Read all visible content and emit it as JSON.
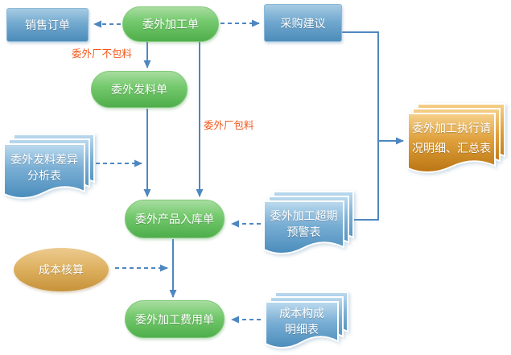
{
  "diagram_type": "flowchart",
  "nodes": {
    "sales_order": {
      "label": "销售订单",
      "shape": "rect",
      "color": "blue"
    },
    "outsourcing_order": {
      "label": "委外加工单",
      "shape": "rounded",
      "color": "green"
    },
    "purchase_suggestion": {
      "label": "采购建议",
      "shape": "rect",
      "color": "blue"
    },
    "material_issue_order": {
      "label": "委外发料单",
      "shape": "rounded",
      "color": "green"
    },
    "issue_diff_report": {
      "line1": "委外发料差异",
      "line2": "分析表",
      "shape": "document-stack",
      "color": "blue"
    },
    "product_inbound_order": {
      "label": "委外产品入库单",
      "shape": "rounded",
      "color": "green"
    },
    "overdue_warning_report": {
      "line1": "委外加工超期",
      "line2": "预警表",
      "shape": "document-stack",
      "color": "blue"
    },
    "execution_report": {
      "line1": "委外加工执行请",
      "line2": "况明细、汇总表",
      "shape": "document-stack",
      "color": "orange"
    },
    "cost_accounting": {
      "label": "成本核算",
      "shape": "ellipse",
      "color": "gold"
    },
    "processing_fee_order": {
      "label": "委外加工费用单",
      "shape": "rounded",
      "color": "green"
    },
    "cost_detail_report": {
      "line1": "成本构成",
      "line2": "明细表",
      "shape": "document-stack",
      "color": "blue"
    }
  },
  "edge_labels": {
    "factory_no_material": "委外厂不包料",
    "factory_with_material": "委外厂包料"
  },
  "colors": {
    "connector": "#4e87c0",
    "edge_label": "#f4581c",
    "green_node": "#5cb85c",
    "blue_node": "#5b9ac6",
    "blue_doc": "#4a8cbb",
    "orange_doc": "#d99433",
    "gold_ellipse": "#d9a94f"
  }
}
